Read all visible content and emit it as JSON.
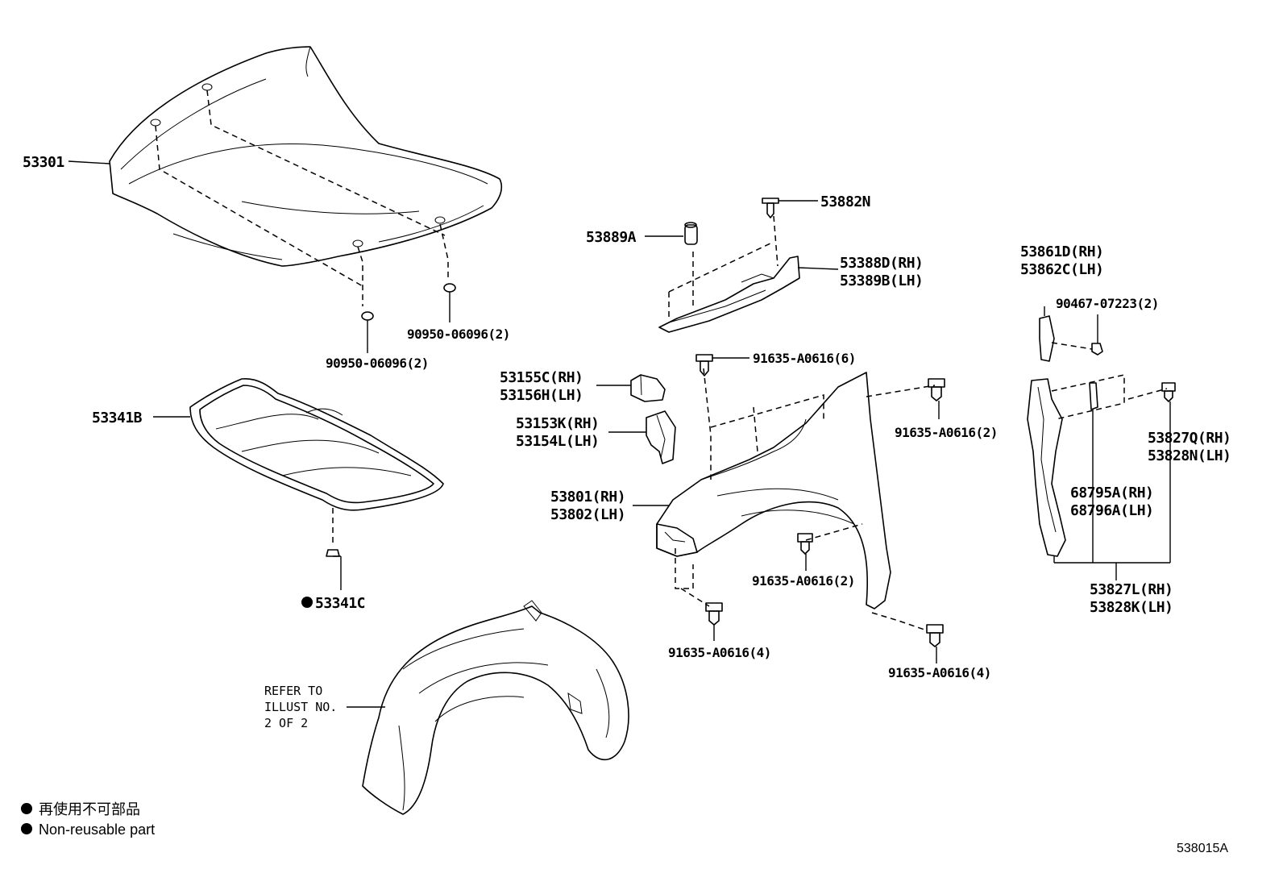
{
  "labels": {
    "hood": "53301",
    "hood_seal_1": "90950-06096(2)",
    "hood_seal_2": "90950-06096(2)",
    "insulator": "53341B",
    "clip_nonreusable": "53341C",
    "bolt_top": "53882N",
    "cushion": "53889A",
    "seal_rh": "53388D(RH)",
    "seal_lh": "53389B(LH)",
    "pad_a_rh": "53155C(RH)",
    "pad_a_lh": "53156H(LH)",
    "pad_b_rh": "53153K(RH)",
    "pad_b_lh": "53154L(LH)",
    "bolt_6": "91635-A0616(6)",
    "fender_rh": "53801(RH)",
    "fender_lh": "53802(LH)",
    "bolt_2a": "91635-A0616(2)",
    "bolt_2b": "91635-A0616(2)",
    "bolt_4a": "91635-A0616(4)",
    "bolt_4b": "91635-A0616(4)",
    "bracket_rh": "53861D(RH)",
    "bracket_lh": "53862C(LH)",
    "clip_2": "90467-07223(2)",
    "seal_side_rh": "53827Q(RH)",
    "seal_side_lh": "53828N(LH)",
    "tape_rh": "68795A(RH)",
    "tape_lh": "68796A(LH)",
    "assy_rh": "53827L(RH)",
    "assy_lh": "53828K(LH)",
    "refer_line1": "REFER TO",
    "refer_line2": "ILLUST NO.",
    "refer_line3": "2 OF 2"
  },
  "legend": {
    "line1": "再使用不可部品",
    "line2": "Non-reusable part"
  },
  "diagram_code": "538015A"
}
